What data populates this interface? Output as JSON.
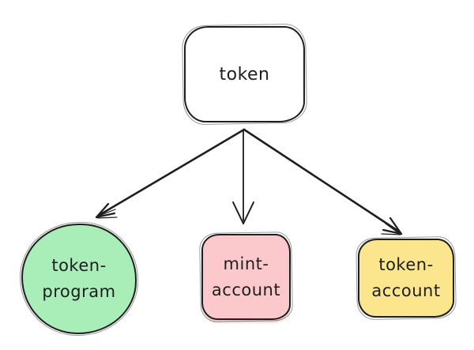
{
  "diagram_type": "flow-diagram",
  "colors": {
    "canvas_background": "#ffffff",
    "stroke": "#1e1e1e",
    "token_program_fill": "#a9eeb9",
    "mint_account_fill": "#fbc8cb",
    "token_account_fill": "#fbe58d",
    "token_fill": "#ffffff"
  },
  "nodes": {
    "token": {
      "label": "token",
      "shape": "rounded-rectangle",
      "fill": "#ffffff"
    },
    "token_program": {
      "lines": [
        "token-",
        "program"
      ],
      "shape": "circle",
      "fill": "#a9eeb9"
    },
    "mint_account": {
      "lines": [
        "mint-",
        "account"
      ],
      "shape": "rounded-rectangle",
      "fill": "#fbc8cb"
    },
    "token_account": {
      "lines": [
        "token-",
        "account"
      ],
      "shape": "rounded-rectangle",
      "fill": "#fbe58d"
    }
  },
  "edges": [
    {
      "from": "token",
      "to": "token_program",
      "type": "arrow",
      "direction": "down-left"
    },
    {
      "from": "token",
      "to": "mint_account",
      "type": "arrow",
      "direction": "down"
    },
    {
      "from": "token",
      "to": "token_account",
      "type": "arrow",
      "direction": "down-right"
    }
  ]
}
